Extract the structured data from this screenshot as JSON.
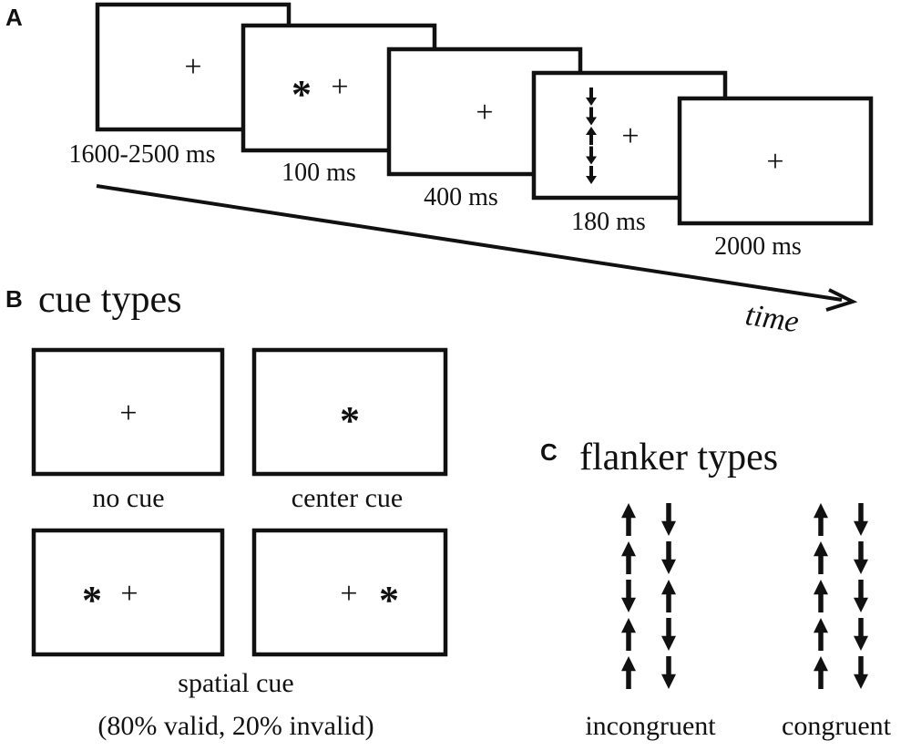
{
  "panel_a": {
    "letter": "A",
    "durations": [
      "1600-2500 ms",
      "100 ms",
      "400 ms",
      "180 ms",
      "2000 ms"
    ],
    "fixation": "+",
    "cue_symbol": "*",
    "time_label": "time"
  },
  "panel_b": {
    "letter": "B",
    "title": "cue types",
    "cues": [
      "no cue",
      "center cue"
    ],
    "spatial_label": "spatial cue",
    "spatial_note": "(80% valid, 20% invalid)"
  },
  "panel_c": {
    "letter": "C",
    "title": "flanker types",
    "incongruent_label": "incongruent",
    "congruent_label": "congruent",
    "incongruent_columns": [
      [
        "up",
        "up",
        "down",
        "up",
        "up"
      ],
      [
        "down",
        "down",
        "up",
        "down",
        "down"
      ]
    ],
    "congruent_columns": [
      [
        "up",
        "up",
        "up",
        "up",
        "up"
      ],
      [
        "down",
        "down",
        "down",
        "down",
        "down"
      ]
    ]
  }
}
